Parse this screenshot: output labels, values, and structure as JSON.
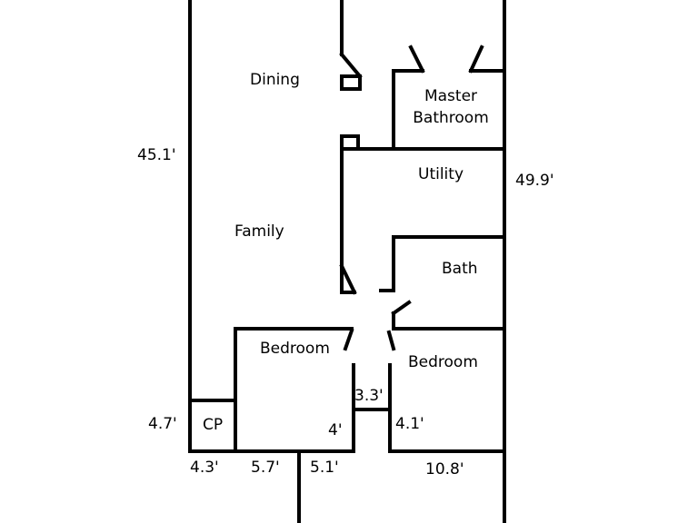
{
  "rooms": {
    "dining": "Dining",
    "master_line1": "Master",
    "master_line2": "Bathroom",
    "utility": "Utility",
    "family": "Family",
    "bath": "Bath",
    "bedroom_left": "Bedroom",
    "bedroom_right": "Bedroom",
    "cp": "CP"
  },
  "dimensions": {
    "left_height": "45.1'",
    "right_height": "49.9'",
    "cp_height": "4.7'",
    "hall_width": "3.3'",
    "bedroom_left_inner": "4'",
    "bedroom_right_inner": "4.1'",
    "bottom_a": "4.3'",
    "bottom_b": "5.7'",
    "bottom_c": "5.1'",
    "bottom_d": "10.8'"
  },
  "colors": {
    "wall": "#000000",
    "background": "#ffffff"
  }
}
